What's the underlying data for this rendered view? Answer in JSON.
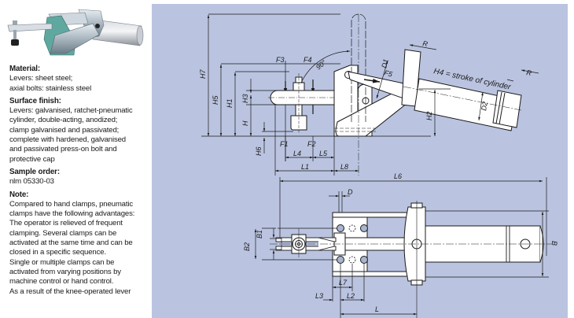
{
  "product": {
    "image_alt": "Pneumatic horizontal clamp"
  },
  "spec": {
    "material_heading": "Material:",
    "material_text": "Levers: sheet steel;\naxial bolts: stainless steel",
    "surface_heading": "Surface finish:",
    "surface_text": "Levers: galvanised, ratchet-pneumatic\ncylinder, double-acting, anodized;\nclamp galvanised and passivated;\ncomplete with hardened, galvanised\nand passivated press-on bolt and\nprotective cap",
    "sample_heading": "Sample order:",
    "sample_text": "nlm 05330-03",
    "note_heading": "Note:",
    "note_text": "Compared to hand clamps, pneumatic\nclamps have the following advantages:\nThe operator is relieved of frequent\nclamping. Several clamps can be\nactivated at the same time and can be\nclosed in a specific sequence.\nSingle or multiple clamps can be\nactivated from varying positions by\nmachine control or hand control.\nAs a result of the knee-operated lever"
  },
  "drawing": {
    "colors": {
      "background": "#bac4e0",
      "line": "#1a1a1a",
      "part_fill": "#ffffff"
    },
    "side_view_labels": {
      "h7": "H7",
      "h5": "H5",
      "h1": "H1",
      "h3": "H3",
      "h": "H",
      "h6": "H6",
      "f1": "F1",
      "f2": "F2",
      "f3": "F3",
      "f4": "F4",
      "f5": "F5",
      "l4": "L4",
      "l5": "L5",
      "l1": "L1",
      "l8": "L8",
      "angle": "90°",
      "d1": "D1",
      "d2": "D2",
      "h2": "H2",
      "r_left": "R",
      "r_right": "R",
      "h4_note": "H4 = stroke of cylinder"
    },
    "top_view_labels": {
      "l6": "L6",
      "d": "D",
      "b1": "B1",
      "b2": "B2",
      "b": "B",
      "l7": "L7",
      "l3": "L3",
      "l2": "L2",
      "l": "L"
    }
  }
}
